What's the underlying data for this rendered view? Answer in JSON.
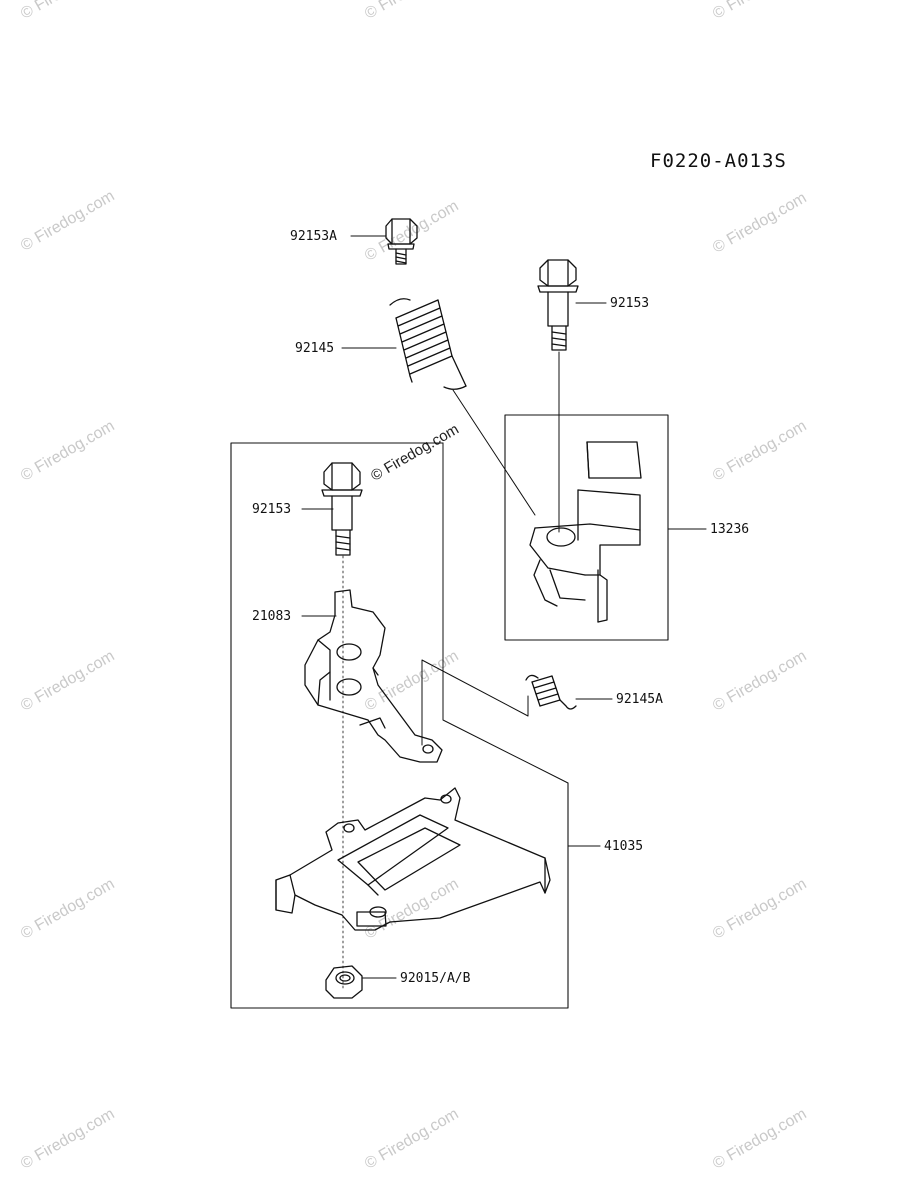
{
  "diagram": {
    "id": "F0220-A013S",
    "parts": [
      {
        "key": "92153A",
        "label": "92153A"
      },
      {
        "key": "92153_top",
        "label": "92153"
      },
      {
        "key": "92145",
        "label": "92145"
      },
      {
        "key": "92153_left",
        "label": "92153"
      },
      {
        "key": "13236",
        "label": "13236"
      },
      {
        "key": "21083",
        "label": "21083"
      },
      {
        "key": "92145A",
        "label": "92145A"
      },
      {
        "key": "41035",
        "label": "41035"
      },
      {
        "key": "92015",
        "label": "92015/A/B"
      }
    ]
  },
  "watermark": {
    "text": "© Firedog.com"
  }
}
